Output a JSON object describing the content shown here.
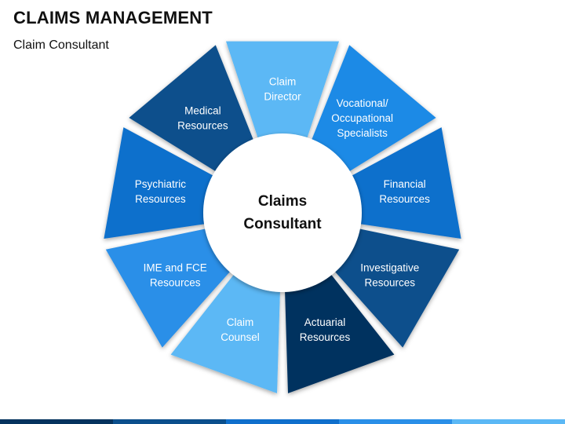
{
  "header": {
    "title": "CLAIMS MANAGEMENT",
    "subtitle": "Claim Consultant"
  },
  "center": {
    "lines": [
      "Claims",
      "Consultant"
    ]
  },
  "segments": [
    {
      "lines": [
        "Claim",
        "Director"
      ],
      "color": "#5bb8f5"
    },
    {
      "lines": [
        "Vocational/",
        "Occupational",
        "Specialists"
      ],
      "color": "#1f8ae6"
    },
    {
      "lines": [
        "Financial",
        "Resources"
      ],
      "color": "#0f6fcc"
    },
    {
      "lines": [
        "Investigative",
        "Resources"
      ],
      "color": "#0b4f8c"
    },
    {
      "lines": [
        "Actuarial",
        "Resources"
      ],
      "color": "#05335e"
    },
    {
      "lines": [
        "Claim",
        "Counsel"
      ],
      "color": "#5bb8f5"
    },
    {
      "lines": [
        "IME and FCE",
        "Resources"
      ],
      "color": "#2a8fe8"
    },
    {
      "lines": [
        "Psychiatric",
        "Resources"
      ],
      "color": "#0f6fcc"
    },
    {
      "lines": [
        "Medical",
        "Resources"
      ],
      "color": "#0b4f8c"
    }
  ],
  "colors": {
    "bar": [
      "#05335e",
      "#0b4f8c",
      "#0f6fcc",
      "#2a8fe8",
      "#5bb8f5"
    ]
  }
}
